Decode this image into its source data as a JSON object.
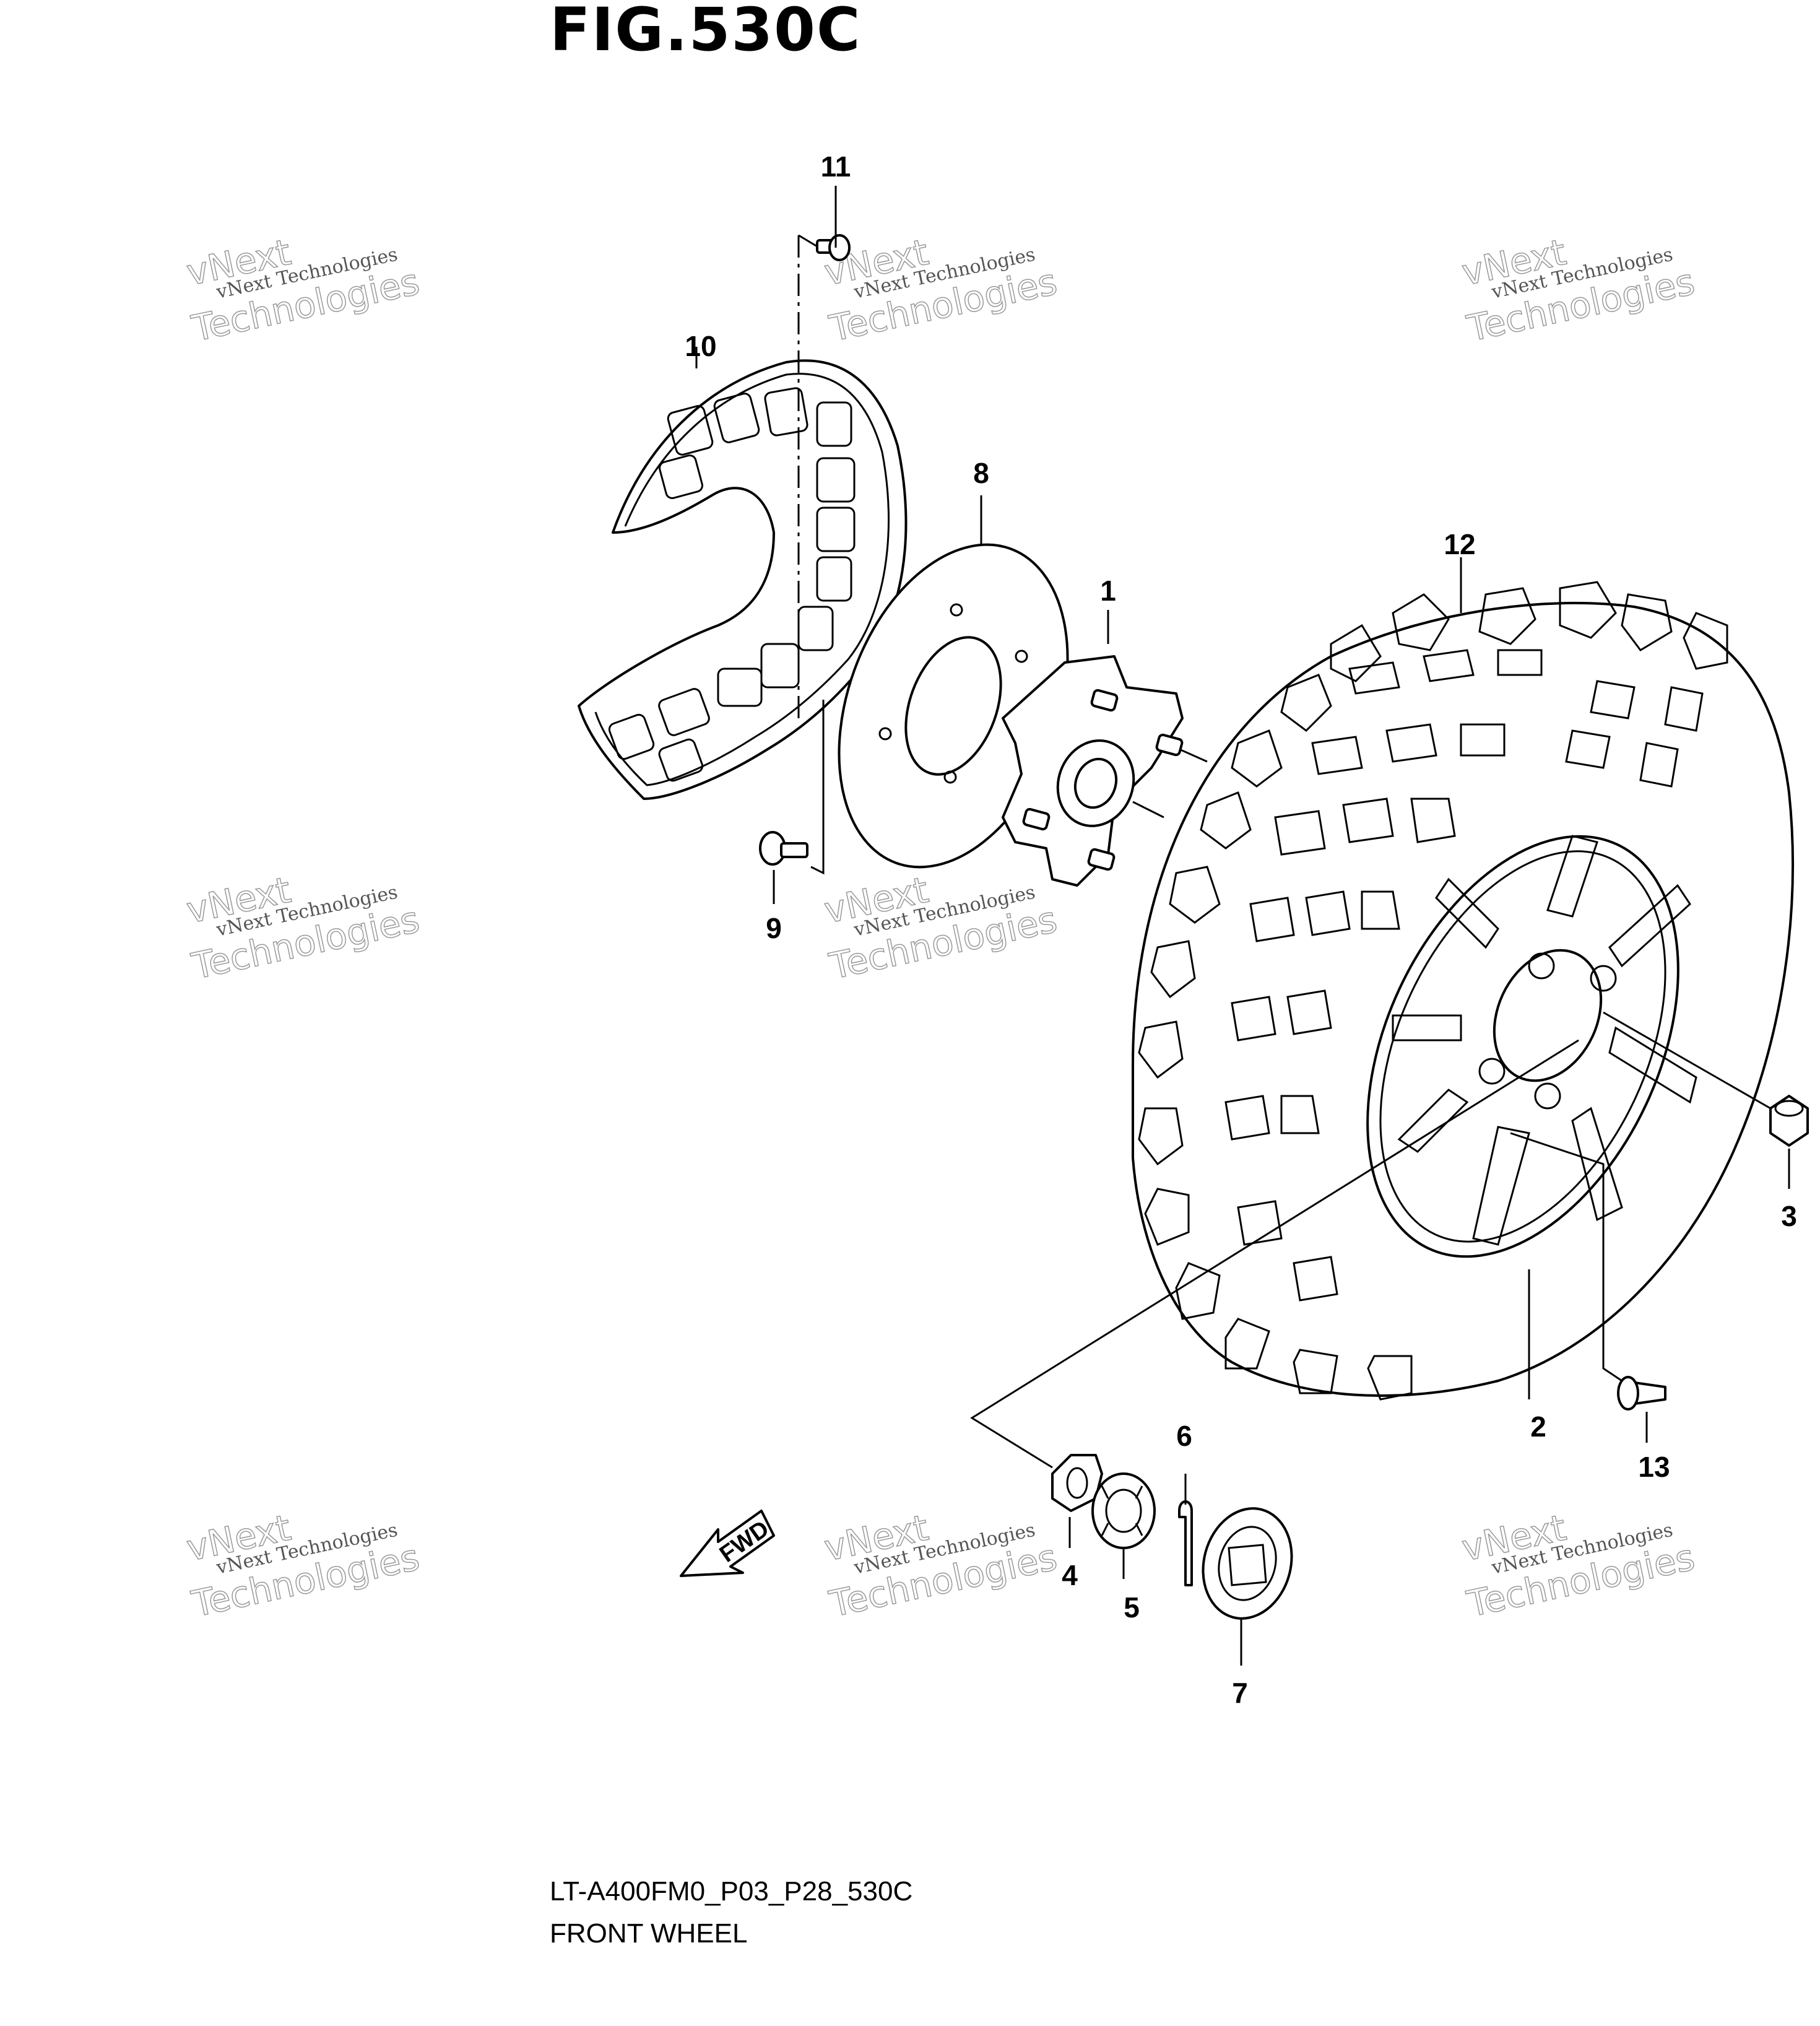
{
  "figure": {
    "title": "FIG.530C",
    "ref_code": "LT-A400FM0_P03_P28_530C",
    "caption": "FRONT WHEEL"
  },
  "callouts": [
    "1",
    "2",
    "3",
    "4",
    "5",
    "6",
    "7",
    "8",
    "9",
    "10",
    "11",
    "12",
    "13"
  ],
  "watermark": {
    "line1": "vNext Technologies",
    "line2": "vNext",
    "line3": "Technologies"
  },
  "fwd_label": "FWD"
}
